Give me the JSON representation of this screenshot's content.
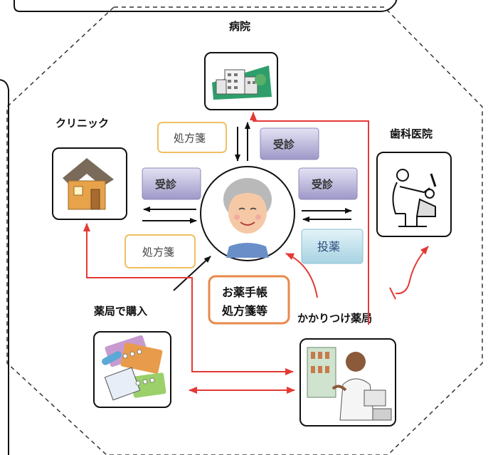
{
  "nodes": {
    "hospital": "病院",
    "clinic": "クリニック",
    "dental": "歯科医院",
    "pharmacy_purchase": "薬局で購入",
    "family_pharmacy": "かかりつけ薬局"
  },
  "labels": {
    "prescription_top": "処方箋",
    "prescription_left": "処方箋",
    "consult_top": "受診",
    "consult_left": "受診",
    "consult_right": "受診",
    "dispense": "投薬"
  },
  "center_box": {
    "line1": "お薬手帳",
    "line2": "処方箋等"
  },
  "colors": {
    "red_arrow": "#e53935",
    "orange_border": "#e8894a",
    "yellow_border": "#f0c060",
    "purple_button": "#b6b2d8",
    "blue_button": "#b9dde8"
  }
}
